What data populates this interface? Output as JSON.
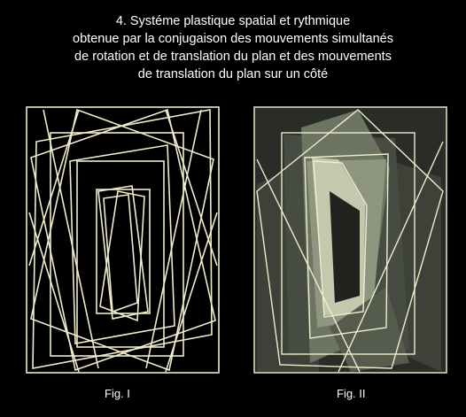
{
  "caption": {
    "lines": [
      "4. Systéme plastique spatial et rythmique",
      "obtenue par la conjugaison des mouvements simultanés",
      "de rotation et de translation du plan et des mouvements",
      "de translation du plan sur un côté"
    ]
  },
  "figures": [
    {
      "label": "Fig. I"
    },
    {
      "label": "Fig. II"
    }
  ],
  "colors": {
    "background": "#000000",
    "line": "#f0eccd",
    "fig2_panel": "#2a2d27",
    "fig2_mid": "#555b4d",
    "fig2_light": "#8e9680",
    "fig2_pale": "#c4c9ad",
    "text": "#ffffff"
  }
}
